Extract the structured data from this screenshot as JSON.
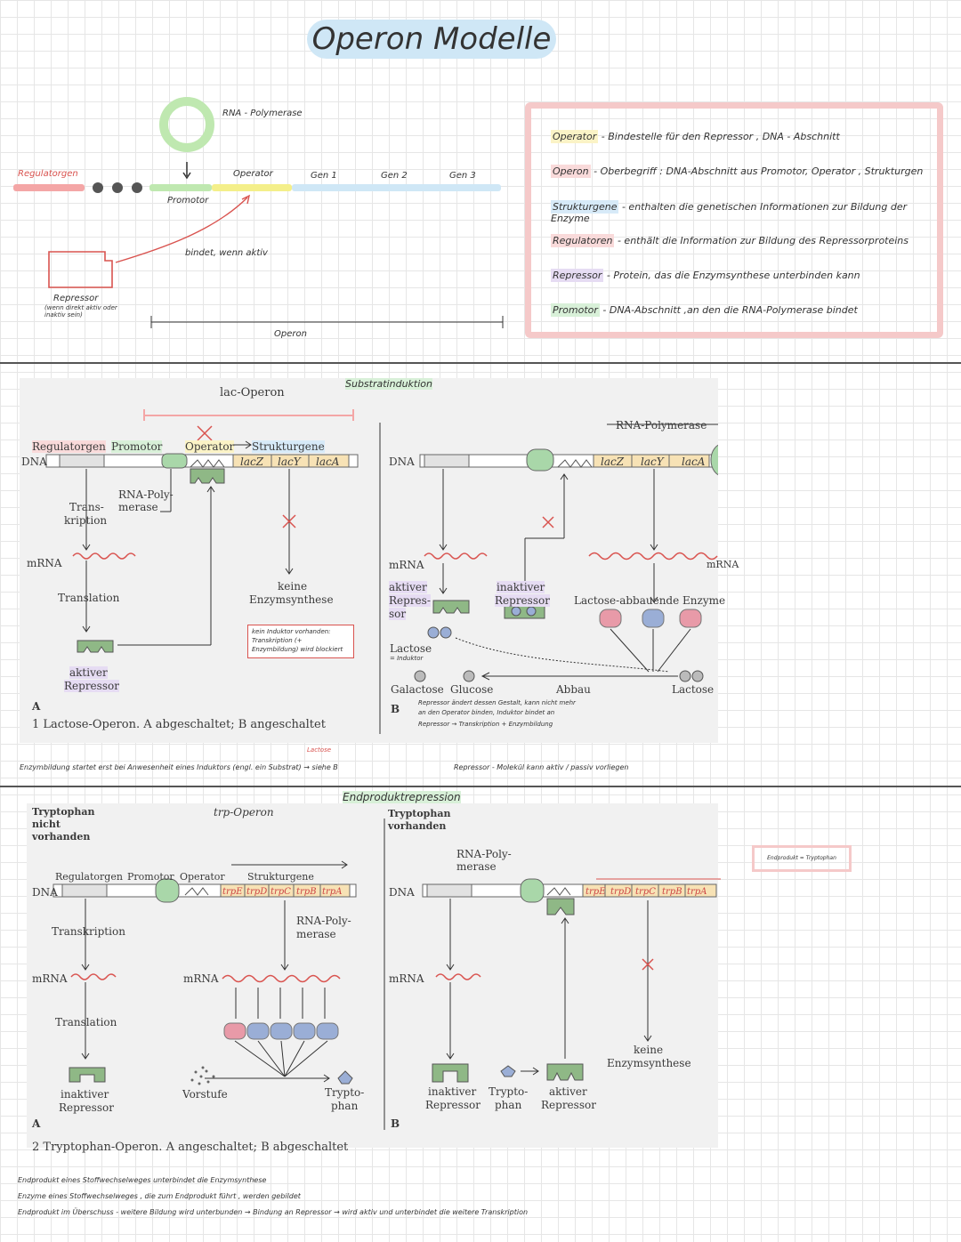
{
  "title": "Operon Modelle",
  "top_sketch": {
    "rna_polymerase": "RNA - Polymerase",
    "regulatorgen": "Regulatorgen",
    "promotor": "Promotor",
    "operator": "Operator",
    "gen1": "Gen 1",
    "gen2": "Gen 2",
    "gen3": "Gen 3",
    "bindet": "bindet, wenn aktiv",
    "repressor": "Repressor",
    "repressor_note": "(wenn direkt aktiv oder inaktiv sein)",
    "operon": "Operon"
  },
  "definitions": [
    {
      "term": "Operator",
      "text": "- Bindestelle für den Repressor , DNA - Abschnitt",
      "color": "#fbf3c6"
    },
    {
      "term": "Operon",
      "text": "- Oberbegriff : DNA-Abschnitt aus Promotor, Operator , Strukturgen",
      "color": "#f9dada"
    },
    {
      "term": "Strukturgene",
      "text": "- enthalten die genetischen Informationen zur Bildung der Enzyme",
      "color": "#d7eaf8"
    },
    {
      "term": "Regulatoren",
      "text": "- enthält die Information zur Bildung des Repressorproteins",
      "color": "#f9dada"
    },
    {
      "term": "Repressor",
      "text": "- Protein, das die Enzymsynthese unterbinden kann",
      "color": "#e6dcf3"
    },
    {
      "term": "Promotor",
      "text": "- DNA-Abschnitt ,an den die RNA-Polymerase bindet",
      "color": "#d8f0d8"
    }
  ],
  "lac": {
    "substratinduktion": "Substratinduktion",
    "lac_operon": "lac-Operon",
    "regulatorgen": "Regulatorgen",
    "promotor": "Promotor",
    "operator": "Operator",
    "strukturgene": "Strukturgene",
    "dna": "DNA",
    "genes": [
      "lacZ",
      "lacY",
      "lacA"
    ],
    "rna_poly": "RNA-Poly-",
    "merase": "merase",
    "trans": "Trans-",
    "kription": "kription",
    "mrna": "mRNA",
    "translation": "Translation",
    "keine": "keine",
    "enzymsynthese": "Enzymsynthese",
    "note": "kein Induktor vorhanden: Transkription (+ Enzymbildung) wird blockiert",
    "aktiver": "aktiver",
    "repressor": "Repressor",
    "label_a": "A",
    "caption": "1 Lactose-Operon. A abgeschaltet; B angeschaltet",
    "rna_polymerase_b": "RNA-Polymerase",
    "dna_b": "DNA",
    "mrna_b": "mRNA",
    "aktiver_repres": "aktiver",
    "repres": "Repres-",
    "sor": "sor",
    "inaktiver": "inaktiver",
    "repressor_b": "Repressor",
    "lactose_abbauende": "Lactose-abbauende Enzyme",
    "lactose_ind": "Lactose",
    "induktor": "= Induktor",
    "galactose": "Galactose",
    "glucose": "Glucose",
    "abbau": "Abbau",
    "lactose_b": "Lactose",
    "mrna_b2": "mRNA",
    "label_b": "B",
    "b_note1": "Repressor ändert dessen Gestalt, kann nicht mehr",
    "b_note2": "an den Operator binden, Induktor bindet an",
    "b_note3": "Repressor → Transkription + Enzymbildung",
    "bottom_note": "Enzymbildung startet erst bei Anwesenheit eines Induktors (engl. ein Substrat) → siehe B",
    "bottom_note_top": "Lactose",
    "bottom_note2": "Repressor - Molekül kann aktiv / passiv vorliegen"
  },
  "trp": {
    "endprodukt": "Endproduktrepression",
    "trp_operon": "trp-Operon",
    "tryptophan_nicht": [
      "Tryptophan",
      "nicht",
      "vorhanden"
    ],
    "tryptophan_vorh": [
      "Tryptophan",
      "vorhanden"
    ],
    "regulatorgen": "Regulatorgen",
    "promotor": "Promotor",
    "operator": "Operator",
    "strukturgene": "Strukturgene",
    "dna": "DNA",
    "genes": [
      "trpE",
      "trpD",
      "trpC",
      "trpB",
      "trpA"
    ],
    "transkription": "Transkription",
    "rna_poly": "RNA-Poly-",
    "merase": "merase",
    "mrna": "mRNA",
    "translation": "Translation",
    "inaktiver": "inaktiver",
    "repressor": "Repressor",
    "vorstufe": "Vorstufe",
    "trypto": "Trypto-",
    "phan": "phan",
    "label_a": "A",
    "caption": "2 Tryptophan-Operon. A angeschaltet; B abgeschaltet",
    "rna_poly_b": "RNA-Poly-",
    "merase_b": "merase",
    "dna_b": "DNA",
    "mrna_b": "mRNA",
    "keine": "keine",
    "enzymsynthese": "Enzymsynthese",
    "inaktiver_b": "inaktiver",
    "repressor_b1": "Repressor",
    "trypto_b": "Trypto-",
    "phan_b": "phan",
    "aktiver_b": "aktiver",
    "repressor_b2": "Repressor",
    "label_b": "B",
    "side_note": "Endprodukt = Tryptophan",
    "notes": [
      "Endprodukt eines Stoffwechselweges unterbindet die Enzymsynthese",
      "Enzyme eines Stoffwechselweges , die zum Endprodukt führt , werden gebildet",
      "Endprodukt im Überschuss - weitere Bildung wird unterbunden → Bindung an Repressor → wird aktiv und unterbindet die weitere Transkription"
    ]
  },
  "colors": {
    "promotor_green": "#9fd49f",
    "operator_yellow": "#f4ef8a",
    "gene_blue": "#a7d3f0",
    "regulator_pink": "#f4a6a6",
    "repressor_green": "#8fb886",
    "enzyme_pink": "#e89aa8",
    "enzyme_blue": "#9aaed6",
    "arrow_red": "#d9534f"
  }
}
